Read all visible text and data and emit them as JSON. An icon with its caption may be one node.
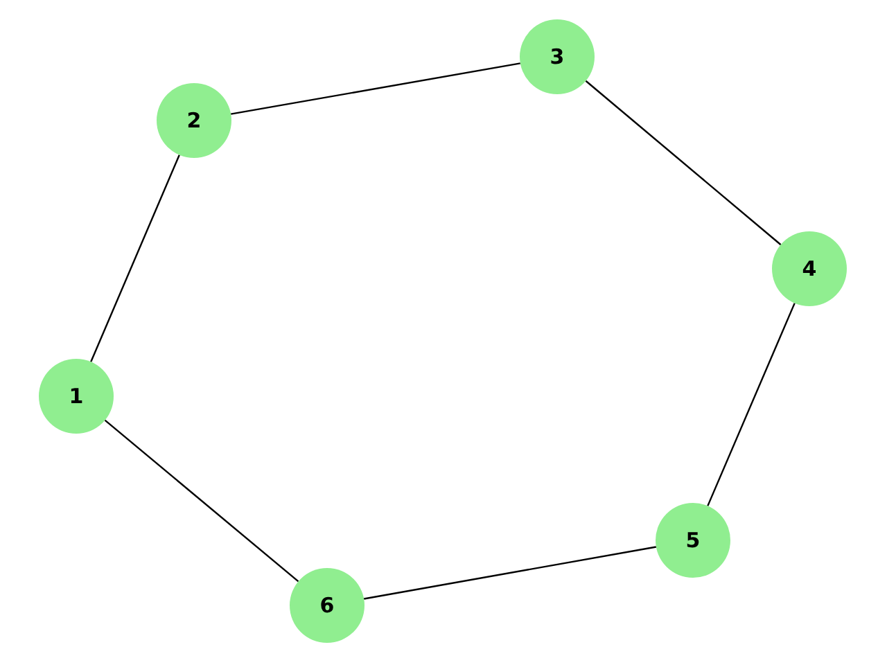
{
  "diagram": {
    "nodes": [
      {
        "text": [
          "1"
        ]
      },
      {
        "text": [
          "2"
        ]
      },
      {
        "text": [
          "3"
        ]
      },
      {
        "text": [
          "4"
        ]
      },
      {
        "text": [
          "5"
        ]
      },
      {
        "text": [
          "6"
        ]
      }
    ],
    "edges": [
      {
        "from": 0,
        "to": 1,
        "arrow": "none"
      },
      {
        "from": 1,
        "to": 2,
        "arrow": "none"
      },
      {
        "from": 2,
        "to": 3,
        "arrow": "none"
      },
      {
        "from": 3,
        "to": 4,
        "arrow": "none"
      },
      {
        "from": 4,
        "to": 5,
        "arrow": "none"
      },
      {
        "from": 5,
        "to": 0,
        "arrow": "none"
      }
    ]
  }
}
